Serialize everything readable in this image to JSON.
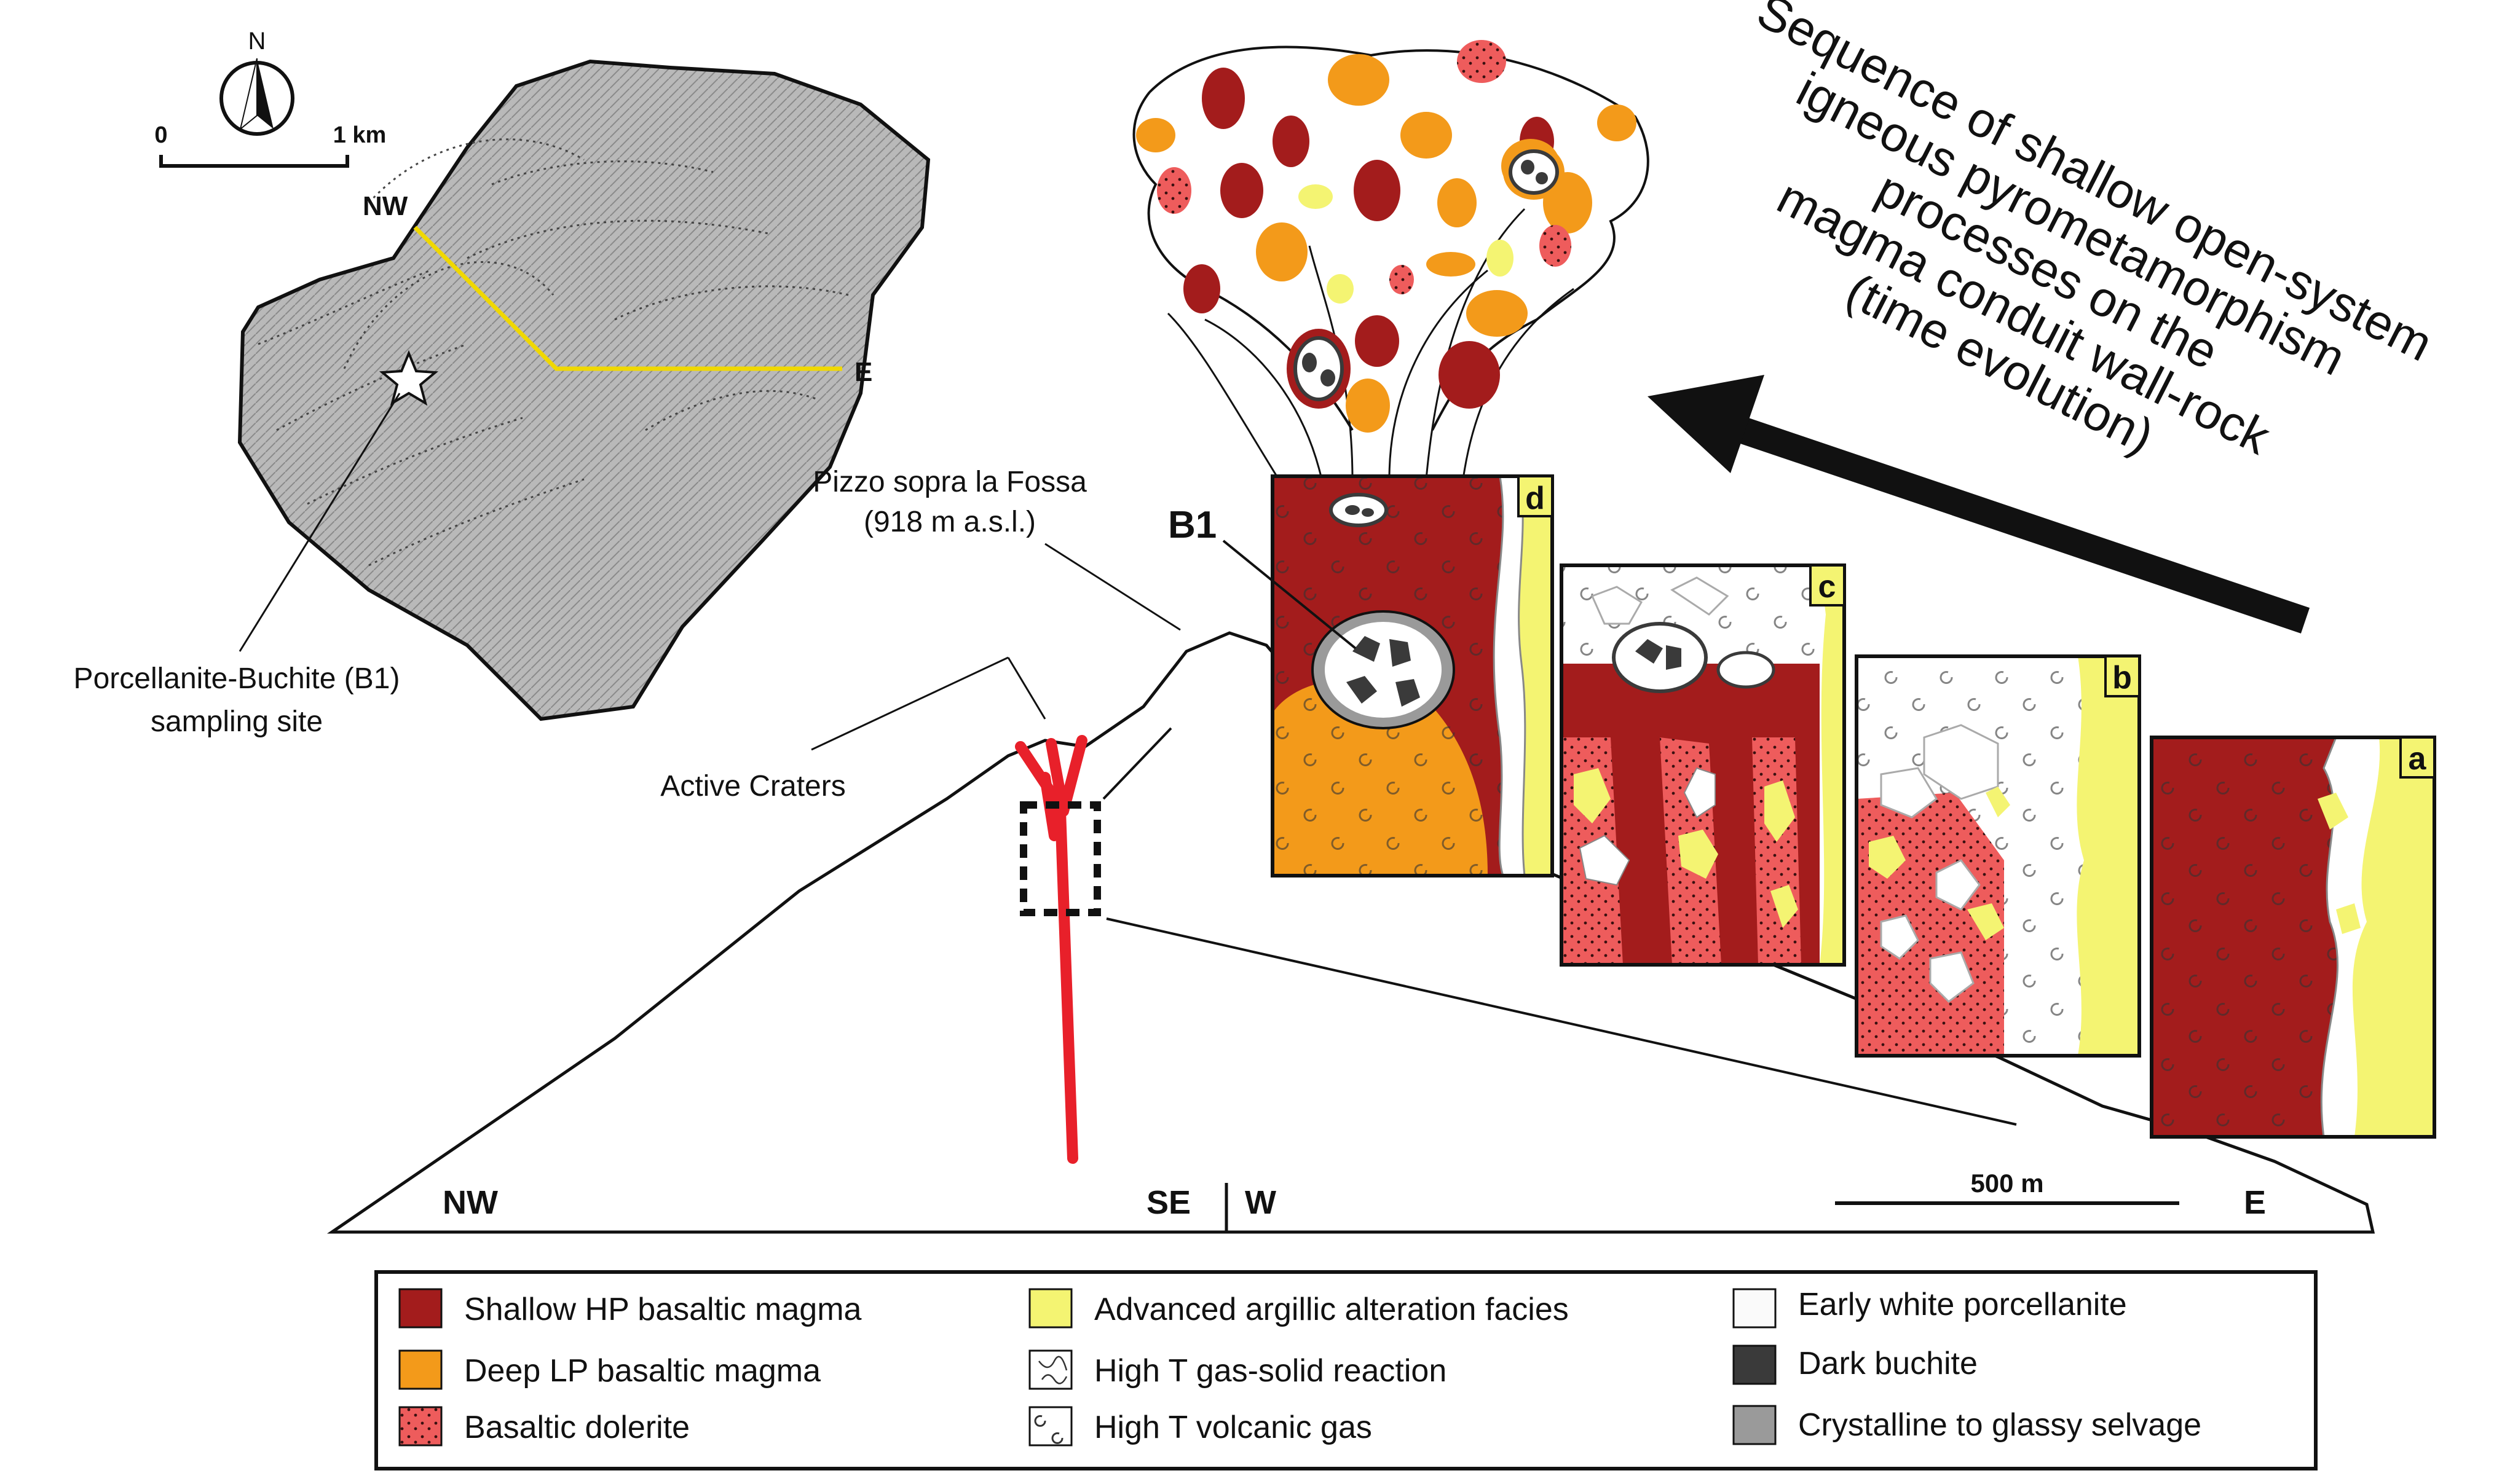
{
  "map": {
    "north": "N",
    "scale_start": "0",
    "scale_end": "1 km",
    "nw": "NW",
    "e": "E",
    "site_label_line1": "Porcellanite-Buchite (B1)",
    "site_label_line2": "sampling site"
  },
  "profile": {
    "peak_line1": "Pizzo sopra la Fossa",
    "peak_line2": "(918 m a.s.l.)",
    "craters": "Active Craters",
    "b1": "B1",
    "nw": "NW",
    "se": "SE",
    "w": "W",
    "e": "E",
    "scale": "500 m"
  },
  "panels": [
    "a",
    "b",
    "c",
    "d"
  ],
  "sequence": {
    "lines": [
      "Sequence of shallow open-system",
      "igneous pyrometamorphism",
      "processes on the",
      "magma conduit wall-rock",
      "(time evolution)"
    ]
  },
  "legend": {
    "items": [
      {
        "label": "Shallow HP basaltic magma",
        "color": "#a31c1c"
      },
      {
        "label": "Deep LP basaltic magma",
        "color": "#f39a1a"
      },
      {
        "label": "Basaltic dolerite",
        "color": "#ee5c5c"
      },
      {
        "label": "Advanced argillic alteration facies",
        "color": "#f4f472"
      },
      {
        "label": "High T gas-solid reaction",
        "color": "#ffffff"
      },
      {
        "label": "High T volcanic gas",
        "color": "#ffffff"
      },
      {
        "label": "Early white porcellanite",
        "color": "#fafafa"
      },
      {
        "label": "Dark buchite",
        "color": "#3a3a3a"
      },
      {
        "label": "Crystalline to glassy selvage",
        "color": "#9a9a9a"
      }
    ]
  },
  "colors": {
    "shallow": "#a31c1c",
    "deep": "#f39a1a",
    "dolerite": "#ee5c5c",
    "argillic": "#f4f472",
    "dark": "#3a3a3a",
    "selvage": "#9a9a9a",
    "conduit": "#e8202a",
    "section_line": "#f0d800"
  }
}
